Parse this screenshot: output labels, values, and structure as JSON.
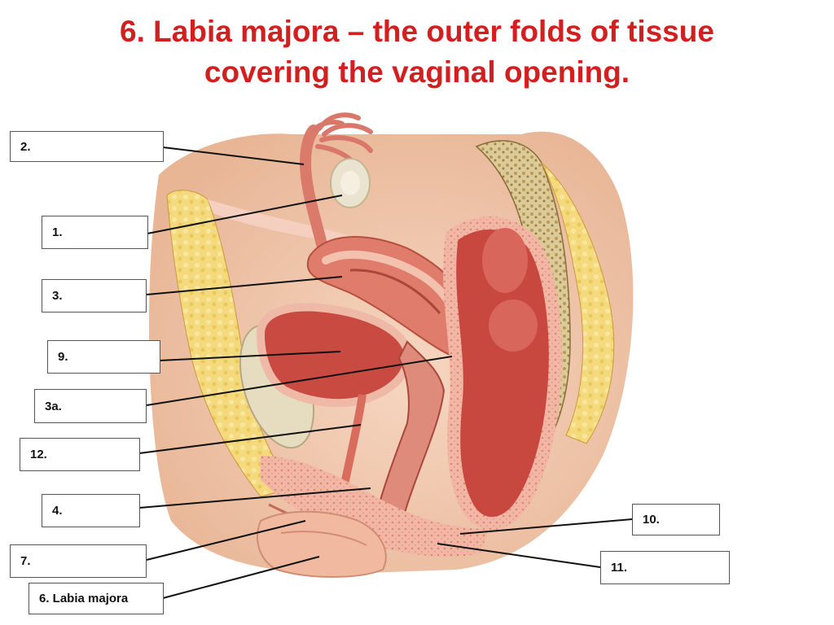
{
  "title": {
    "line1": "6. Labia majora – the outer folds of tissue",
    "line2": "covering the vaginal opening."
  },
  "labels": {
    "l2": "2.",
    "l1": "1.",
    "l3": "3.",
    "l9": "9.",
    "l3a": "3a.",
    "l12": "12.",
    "l4": "4.",
    "l7": "7.",
    "l6": "6. Labia majora",
    "l10": "10.",
    "l11": "11."
  },
  "colors": {
    "title": "#d21f1f",
    "skin": "#f3c9ad",
    "fat": "#f2d77a",
    "muscle": "#d9685a",
    "bone": "#d8c48f"
  }
}
